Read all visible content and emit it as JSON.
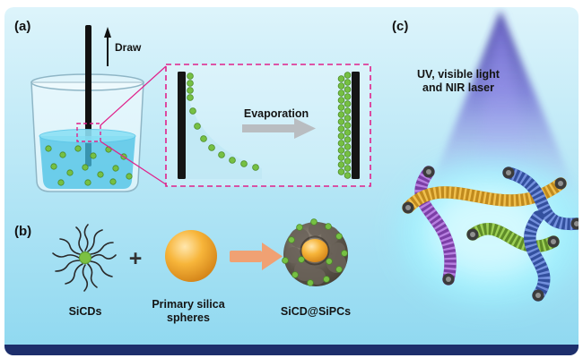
{
  "panel_a": {
    "label": "(a)",
    "draw_label": "Draw",
    "evaporation_label": "Evaporation"
  },
  "panel_b": {
    "label": "(b)",
    "sicds_label": "SiCDs",
    "plus_sign": "+",
    "silica_label_line1": "Primary silica",
    "silica_label_line2": "spheres",
    "product_label": "SiCD@SiPCs"
  },
  "panel_c": {
    "label": "(c)",
    "light_label_line1": "UV, visible light",
    "light_label_line2": "and NIR laser"
  },
  "colors": {
    "background_top": "#ddf4fb",
    "background_bottom": "#8ed8f0",
    "bottom_bar_navy": "#1d2e6b",
    "particle_green": "#76c043",
    "silica_gold": "#f7b53a",
    "reaction_arrow_orange": "#f0a173",
    "inset_border_pink": "#e0218a",
    "evaporation_arrow_gray": "#b9bdc1",
    "light_cone_purple": "#4b3fb8",
    "glow_cyan": "#9ef2ff",
    "fiber_purple": "#7b3fa6",
    "fiber_yellow": "#c08a1e",
    "fiber_green": "#5f8c28",
    "fiber_blue": "#33509e"
  }
}
